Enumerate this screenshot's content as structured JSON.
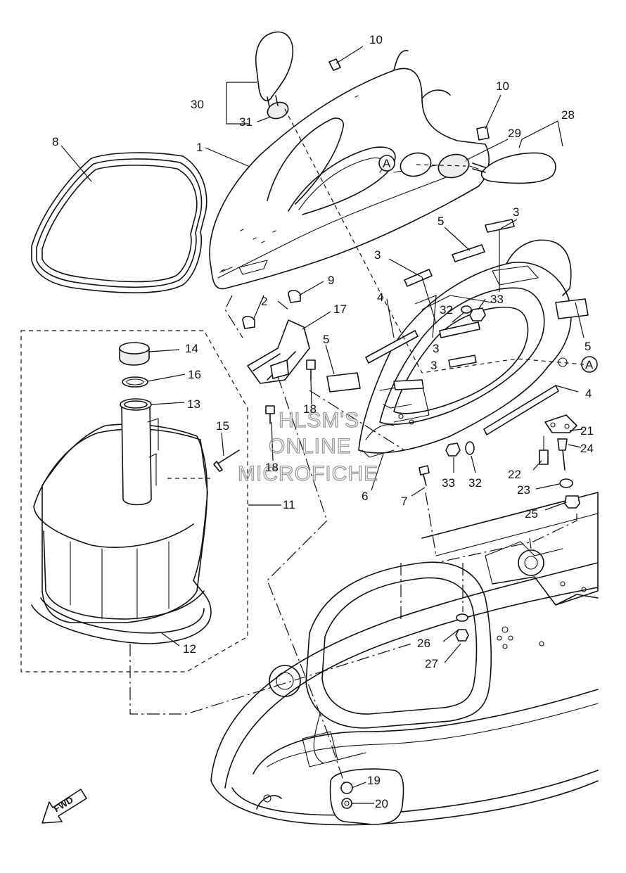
{
  "watermark": {
    "line1": "HLSM'S",
    "line2": "ONLINE",
    "line3": "MICROFICHE"
  },
  "reference_marker": "A",
  "direction_arrow": "FWD",
  "callouts": [
    "1",
    "2",
    "3",
    "3",
    "3",
    "3",
    "4",
    "4",
    "5",
    "5",
    "5",
    "6",
    "7",
    "8",
    "9",
    "10",
    "10",
    "11",
    "12",
    "13",
    "14",
    "15",
    "16",
    "17",
    "18",
    "18",
    "19",
    "20",
    "21",
    "22",
    "23",
    "24",
    "25",
    "26",
    "27",
    "28",
    "29",
    "30",
    "31",
    "32",
    "32",
    "33",
    "33"
  ]
}
